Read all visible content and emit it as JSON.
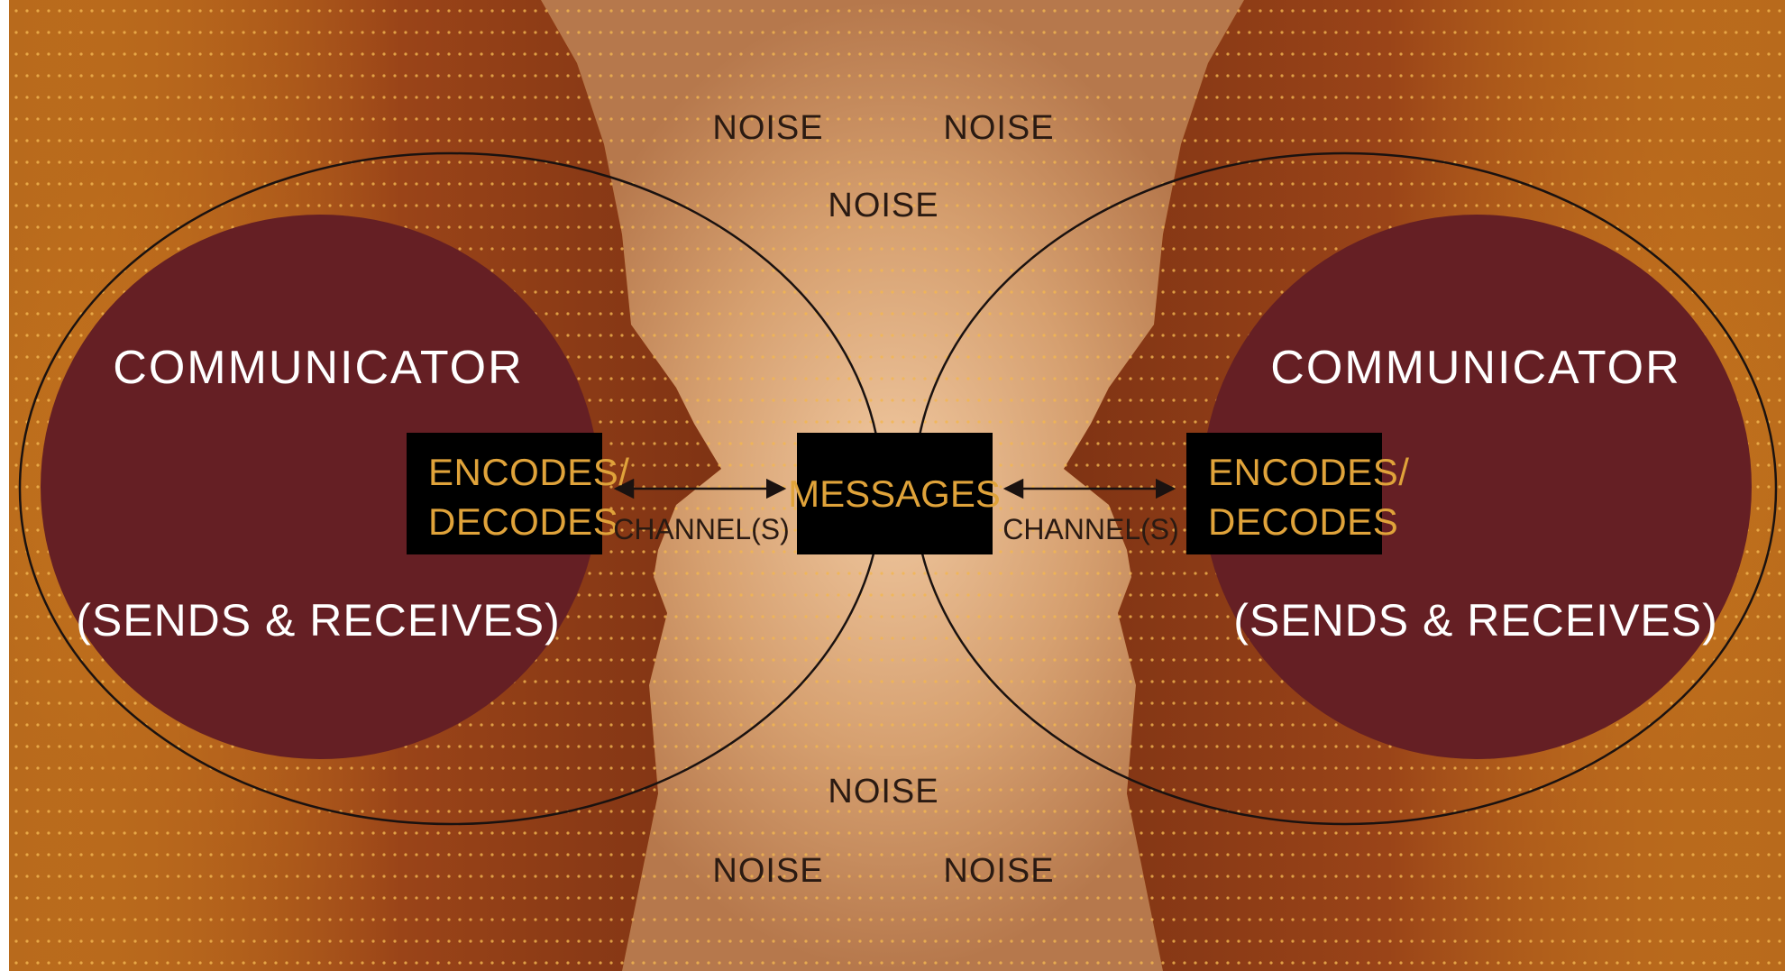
{
  "diagram": {
    "noise_labels": [
      "NOISE",
      "NOISE",
      "NOISE",
      "NOISE",
      "NOISE",
      "NOISE"
    ],
    "left_communicator": {
      "title": "COMMUNICATOR",
      "box_line1": "ENCODES/",
      "box_line2": "DECODES",
      "role": "(SENDS & RECEIVES)"
    },
    "right_communicator": {
      "title": "COMMUNICATOR",
      "box_line1": "ENCODES/",
      "box_line2": "DECODES",
      "role": "(SENDS & RECEIVES)"
    },
    "center_box": "MESSAGES",
    "channel_left": "CHANNEL(S)",
    "channel_right": "CHANNEL(S)"
  },
  "colors": {
    "background_orange": "#c8761e",
    "face_shadow": "#8e3c16",
    "center_glow": "#e8b98a",
    "circle_fill": "#651f24",
    "box_fill": "#000000",
    "box_text": "#e0a33a",
    "white_text": "#ffffff",
    "dark_text": "#2a1a12",
    "line": "#1a1210"
  }
}
